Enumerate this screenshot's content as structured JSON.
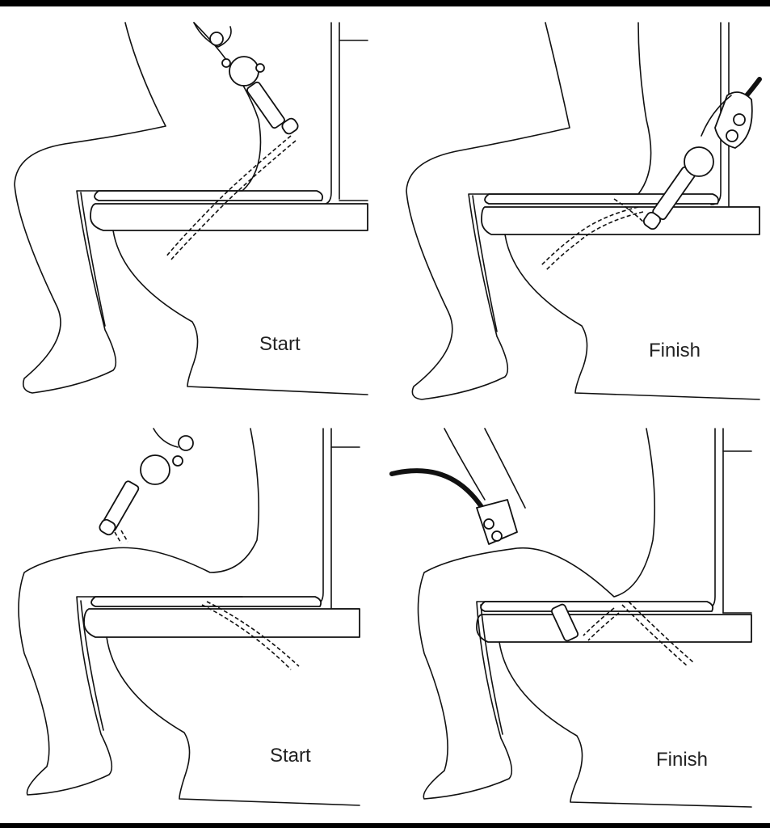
{
  "panels": [
    {
      "caption": "Start"
    },
    {
      "caption": "Finish"
    },
    {
      "caption": "Start"
    },
    {
      "caption": "Finish"
    }
  ]
}
